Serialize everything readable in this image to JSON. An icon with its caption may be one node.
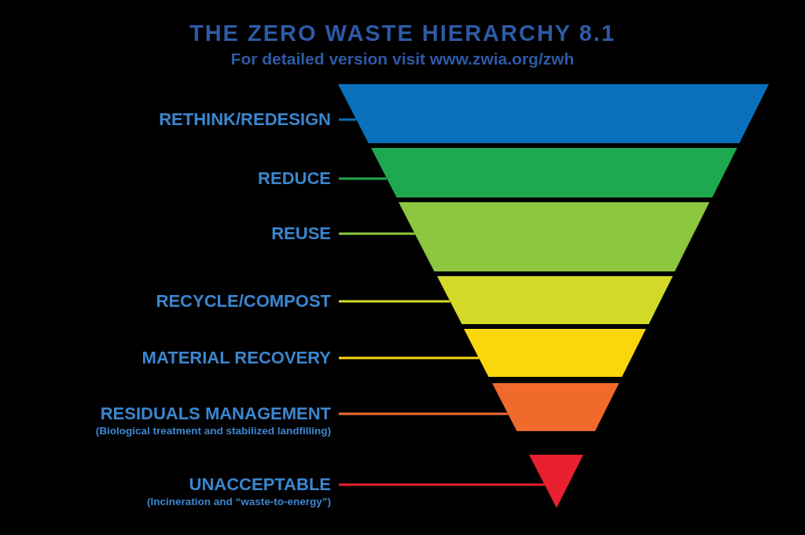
{
  "diagram": {
    "title": "THE ZERO WASTE HIERARCHY 8.1",
    "nodes": [
      {
        "text": [
          "RETHINK/REDESIGN"
        ]
      },
      {
        "text": [
          "REDUCE"
        ]
      },
      {
        "text": [
          "REUSE"
        ]
      },
      {
        "text": [
          "RECYCLE/COMPOST"
        ]
      },
      {
        "text": [
          "MATERIAL RECOVERY"
        ]
      },
      {
        "text": [
          "RESIDUALS MANAGEMENT",
          "(Biological treatment and stabilized landfilling)"
        ]
      },
      {
        "text": [
          "UNACCEPTABLE",
          "(Incineration and “waste-to-energy”)"
        ]
      },
      {
        "text": [],
        "shape": "trapezoid"
      },
      {
        "text": [],
        "shape": "trapezoid"
      },
      {
        "text": [],
        "shape": "trapezoid"
      },
      {
        "text": [],
        "shape": "trapezoid"
      },
      {
        "text": [],
        "shape": "trapezoid"
      },
      {
        "text": [],
        "shape": "trapezoid"
      },
      {
        "text": [],
        "shape": "triangle"
      }
    ],
    "edges": [
      {
        "from": 0,
        "to": 7,
        "arrow": "none",
        "color": "#0a70bb"
      },
      {
        "from": 1,
        "to": 8,
        "arrow": "none",
        "color": "#1ea84f"
      },
      {
        "from": 2,
        "to": 9,
        "arrow": "none",
        "color": "#8dc63f"
      },
      {
        "from": 3,
        "to": 10,
        "arrow": "none",
        "color": "#d2d929"
      },
      {
        "from": 4,
        "to": 11,
        "arrow": "none",
        "color": "#fbd60c"
      },
      {
        "from": 5,
        "to": 12,
        "arrow": "none",
        "color": "#f06a2c"
      },
      {
        "from": 6,
        "to": 13,
        "arrow": "none",
        "color": "#e8202f"
      }
    ],
    "labels": [
      "For detailed version visit www.zwia.org/zwh"
    ]
  }
}
